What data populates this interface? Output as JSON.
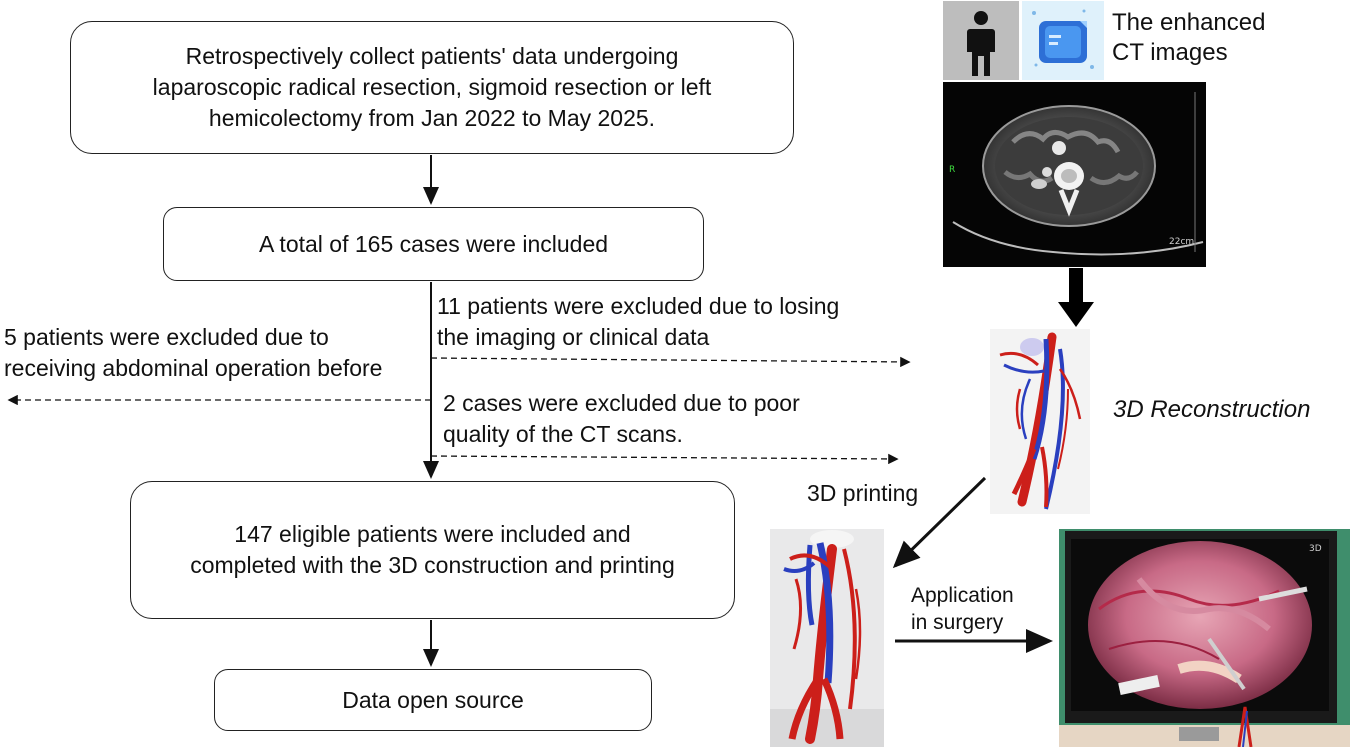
{
  "flow": {
    "step1": "Retrospectively collect patients' data undergoing\nlaparoscopic radical resection, sigmoid resection or left\nhemicolectomy from Jan 2022 to May 2025.",
    "step2": "A total of 165 cases were included",
    "step3": "147 eligible patients were included and\ncompleted with the 3D construction and printing",
    "step4": "Data open source"
  },
  "exclusions": {
    "left": "5 patients were excluded due to\nreceiving abdominal operation before",
    "right1": "11 patients were excluded due to losing\nthe imaging or clinical data",
    "right2": "2 cases were excluded due to poor\nquality of the CT scans."
  },
  "workflow": {
    "ct_label": "The enhanced\nCT images",
    "ct_side_marker": "R",
    "ct_scale_marker": "22cm",
    "recon_label": "3D Reconstruction",
    "printing_label": "3D printing",
    "application_label": "Application\nin surgery",
    "monitor_brand": "3D"
  },
  "colors": {
    "artery": "#cc1f1a",
    "vein": "#2a3fbf",
    "box_border": "#222222",
    "ct_icon_blue": "#3a7bd5"
  }
}
